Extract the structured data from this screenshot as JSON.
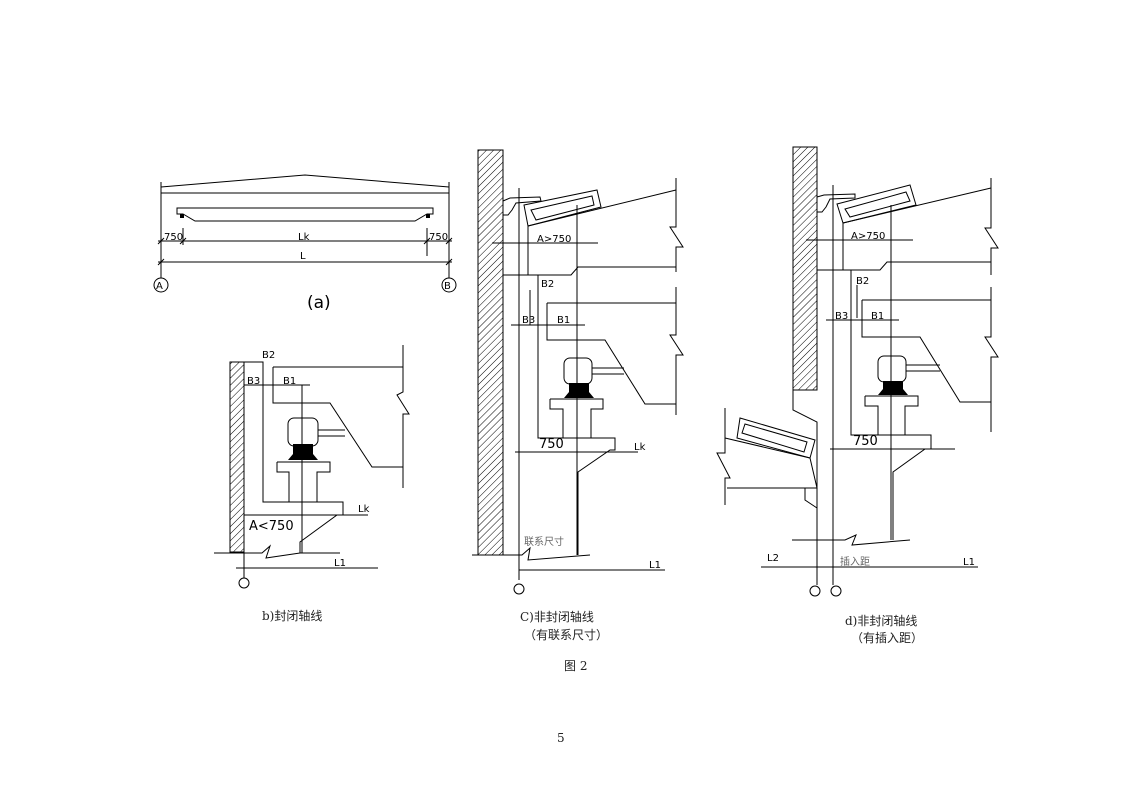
{
  "page": {
    "figure_label": "图 2",
    "page_number": "5"
  },
  "figure_a": {
    "caption": "(a)",
    "dim_left": "750",
    "dim_right": "750",
    "dim_lk": "Lk",
    "dim_l": "L",
    "axis_left": "A",
    "axis_right": "B"
  },
  "figure_b": {
    "caption": "b)封闭轴线",
    "label_b2": "B2",
    "label_b3": "B3",
    "label_b1": "B1",
    "label_a": "A<750",
    "label_lk": "Lk",
    "label_l1": "L1"
  },
  "figure_c": {
    "caption_line1": "C)非封闭轴线",
    "caption_line2": "（有联系尺寸）",
    "label_a": "A>750",
    "label_b2": "B2",
    "label_b3": "B3",
    "label_b1": "B1",
    "label_750": "750",
    "label_lk": "Lk",
    "label_l1": "L1",
    "label_link": "联系尺寸"
  },
  "figure_d": {
    "caption_line1": "d)非封闭轴线",
    "caption_line2": "（有插入距）",
    "label_a": "A>750",
    "label_b2": "B2",
    "label_b3": "B3",
    "label_b1": "B1",
    "label_750": "750",
    "label_l2": "L2",
    "label_l1": "L1",
    "label_insert": "插入距"
  }
}
